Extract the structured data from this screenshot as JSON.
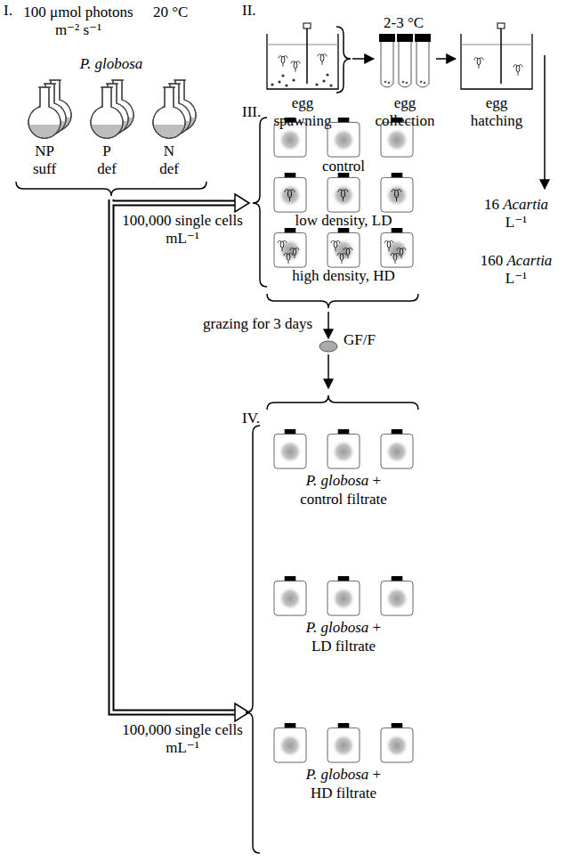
{
  "diagram": {
    "labels": [
      "I.",
      "100 μmol photons m⁻² s⁻¹",
      "20 °C",
      "P. globosa",
      "NP suff",
      "P def",
      "N def",
      "II.",
      "egg spawning",
      "2-3 °C",
      "egg collection",
      "egg hatching",
      "III.",
      "control",
      "low density, LD",
      "high density, HD",
      "16 Acartia L⁻¹",
      "160 Acartia L⁻¹",
      "100,000 single cells mL⁻¹",
      "grazing for 3 days",
      "GF/F",
      "IV.",
      "P. globosa +",
      "control filtrate",
      "P. globosa +",
      "LD filtrate",
      "P. globosa +",
      "HD filtrate",
      "100,000 single cells mL⁻¹"
    ]
  }
}
